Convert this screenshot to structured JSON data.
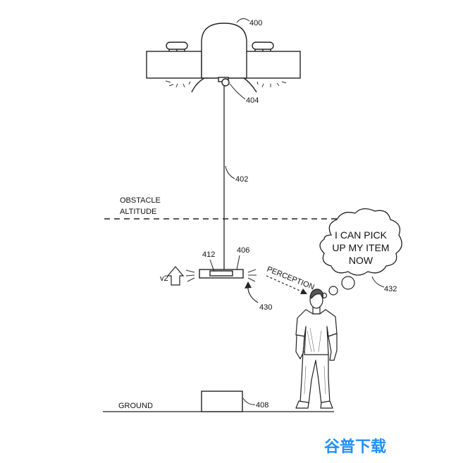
{
  "refs": {
    "uav": "400",
    "tether": "402",
    "winch": "404",
    "payload_holder": "406",
    "package": "408",
    "module": "412",
    "indicator": "430",
    "thought": "432"
  },
  "labels": {
    "obstacle_line1": "OBSTACLE",
    "obstacle_line2": "ALTITUDE",
    "ground": "GROUND",
    "v2": "v2",
    "perception": "PERCEPTION"
  },
  "bubble": {
    "line1": "I CAN PICK",
    "line2": "UP MY ITEM",
    "line3": "NOW"
  },
  "watermark": "谷普下载"
}
